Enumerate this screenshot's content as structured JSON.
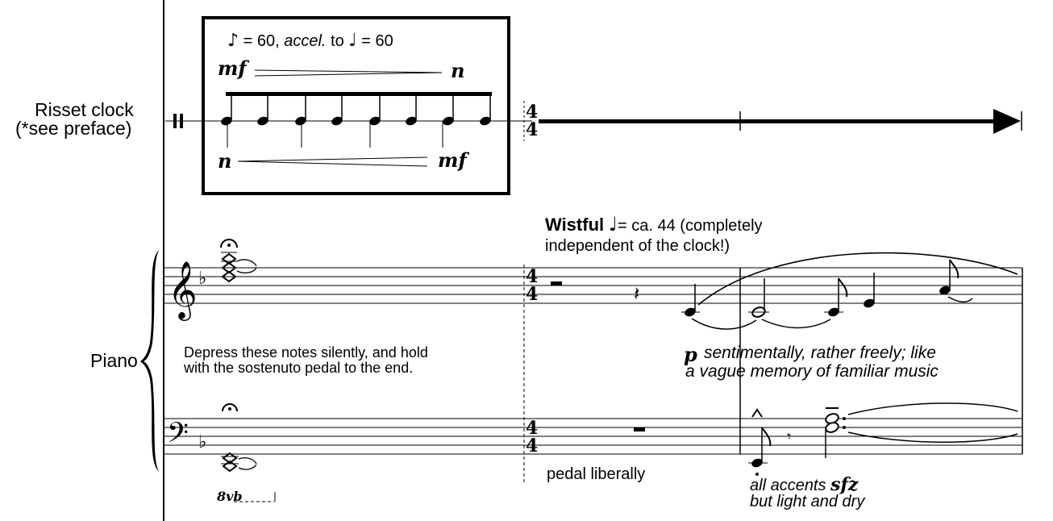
{
  "instruments": {
    "clock_line1": "Risset clock",
    "clock_line2": "(*see preface)",
    "piano": "Piano"
  },
  "clock_box": {
    "tempo_eq": "= 60,",
    "accel": "accel.",
    "to": "to",
    "tempo_end": "= 60",
    "dyn_top_start": "mf",
    "dyn_top_end": "n",
    "dyn_bottom_start": "n",
    "dyn_bottom_end": "mf"
  },
  "time_signature": {
    "numerator": "4",
    "denominator": "4"
  },
  "tempo_marking": {
    "title": "Wistful",
    "text1": "= ca. 44 (completely",
    "text2": "independent of the clock!)"
  },
  "instructions": {
    "depress_line1": "Depress these notes silently, and hold",
    "depress_line2": "with the sostenuto pedal to the end.",
    "dynamic": "p",
    "expression_line1": "sentimentally, rather freely; like",
    "expression_line2": "a vague memory of familiar music",
    "pedal": "pedal liberally",
    "accents_line1": "all accents",
    "accents_sfz": "sfz",
    "accents_line2": "but light and dry",
    "octave_bassa": "8vb"
  },
  "icons": {
    "eighth_note": "♪",
    "quarter_note": "♩",
    "fermata": "fermata",
    "treble_clef": "𝄞",
    "bass_clef": "𝄢",
    "flat": "♭",
    "eighth_rest": "𝄾",
    "quarter_rest": "𝄽"
  }
}
